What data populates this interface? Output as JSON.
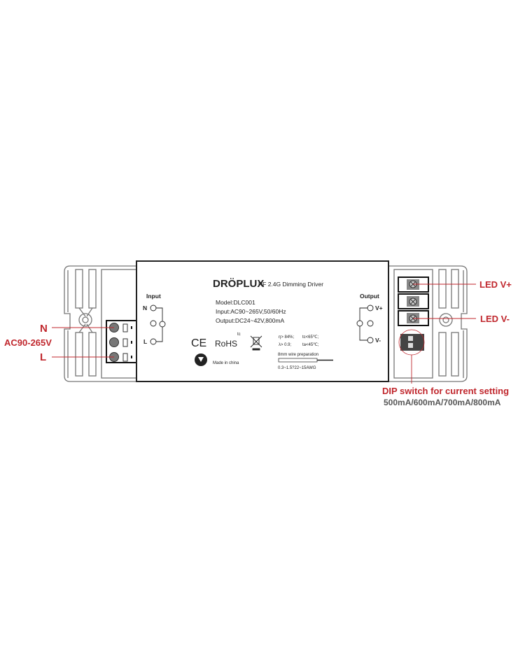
{
  "callouts": {
    "n": "N",
    "input_voltage": "AC90-265V",
    "l": "L",
    "led_plus": "LED V+",
    "led_minus": "LED V-",
    "dip_title": "DIP switch for current setting",
    "dip_options": "500mA/600mA/700mA/800mA"
  },
  "label": {
    "brand": "DRÖPLUX",
    "product": "RF 2.4G Dimming Driver",
    "model": "Model:DLC001",
    "input_spec": "Input:AC90~265V,50/60Hz",
    "output_spec": "Output:DC24~42V,800mA",
    "input_title": "Input",
    "input_n": "N",
    "input_l": "L",
    "output_title": "Output",
    "output_plus": "V+",
    "output_minus": "V-",
    "ce": "CE",
    "rohs": "RoHS",
    "tc_mark": "tc",
    "efficiency": "η> 84%;",
    "tc": "tc<65℃;",
    "pf": "λ> 0.9;",
    "ta": "ta<45℃;",
    "wire_prep": "8mm wire preparation",
    "wire_gauge": "0.3~1.5?22~15AWG",
    "made_in": "Made in china"
  },
  "colors": {
    "callout_red": "#c0272d",
    "callout_gray": "#555555"
  }
}
